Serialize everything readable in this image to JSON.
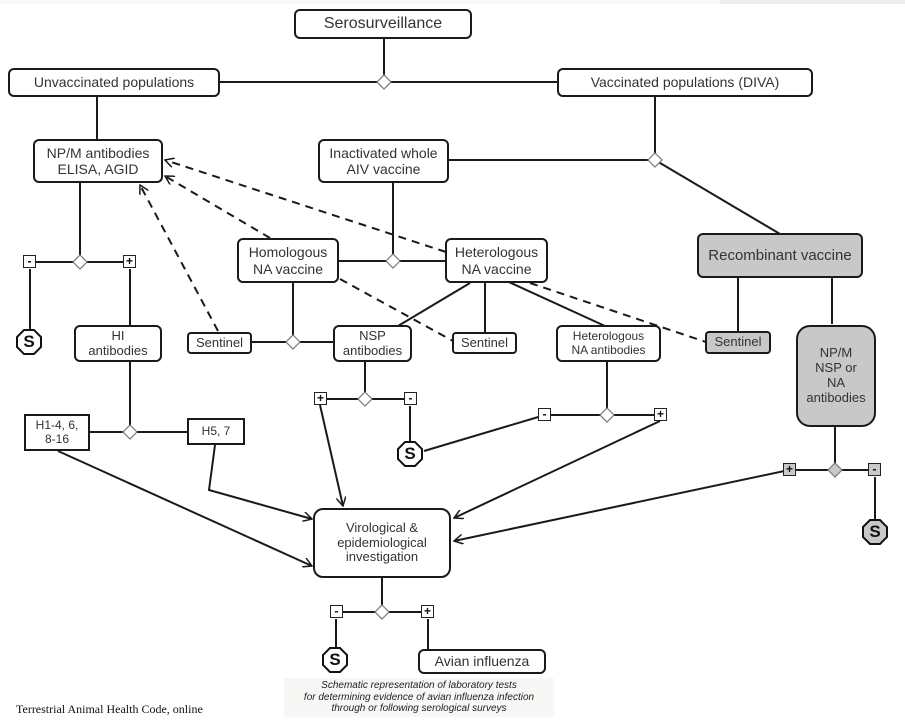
{
  "title": "Serosurveillance",
  "populations": {
    "unvaccinated": "Unvaccinated populations",
    "vaccinated": "Vaccinated populations (DIVA)"
  },
  "nodes": {
    "npm_elisa": "NP/M antibodies\nELISA, AGID",
    "inactivated_vaccine": "Inactivated whole\nAIV vaccine",
    "homologous_na_vaccine": "Homologous\nNA vaccine",
    "heterologous_na_vaccine": "Heterologous\nNA vaccine",
    "recombinant_vaccine": "Recombinant vaccine",
    "hi_antibodies": "HI\nantibodies",
    "sentinel_left": "Sentinel",
    "nsp_antibodies": "NSP\nantibodies",
    "sentinel_middle": "Sentinel",
    "heterologous_na_antibodies": "Heterologous\nNA antibodies",
    "sentinel_recombinant": "Sentinel",
    "npm_nsp_na_antibodies": "NP/M\nNSP or\nNA\nantibodies",
    "h1_4_6_8_16": "H1-4, 6,\n8-16",
    "h5_7": "H5, 7",
    "virological_investigation": "Virological &\nepidemiological\ninvestigation",
    "avian_influenza": "Avian influenza"
  },
  "symbols": {
    "negative": "-",
    "positive": "+",
    "stop": "S"
  },
  "caption": "Schematic representation of laboratory tests\nfor determining evidence of avian influenza infection\nthrough or following serological surveys",
  "source": "Terrestrial Animal Health Code, online",
  "colors": {
    "line": "#1a1a1a",
    "box_fill": "#ffffff",
    "recombinant_fill": "#c8c8c8"
  }
}
